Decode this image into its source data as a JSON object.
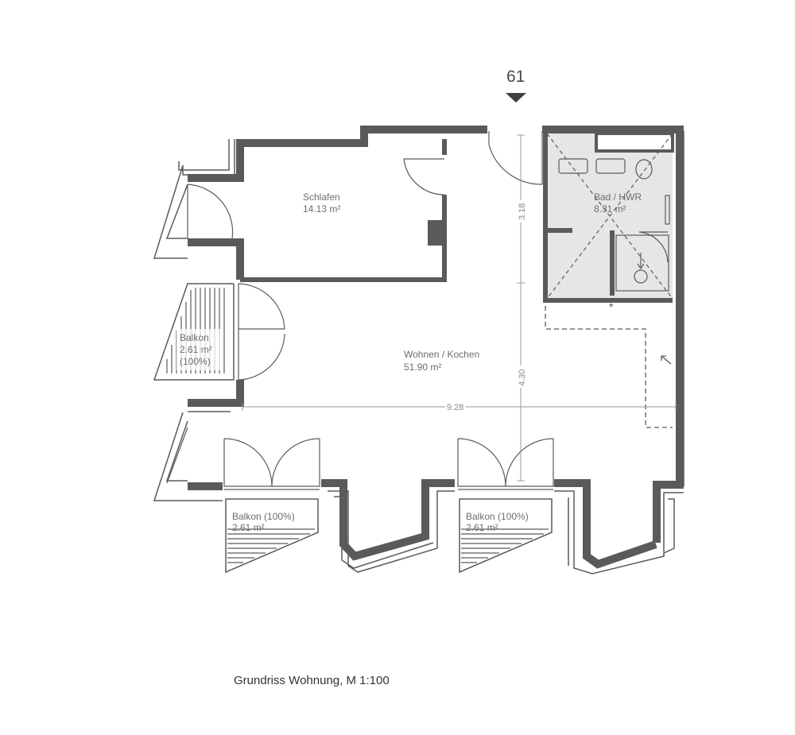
{
  "unit_number": "61",
  "rooms": {
    "schlafen": {
      "name": "Schlafen",
      "area": "14.13 m²"
    },
    "bad": {
      "name": "Bad / HWR",
      "area": "8.31 m²"
    },
    "wohnen": {
      "name": "Wohnen / Kochen",
      "area": "51.90 m²"
    },
    "balkon_left": {
      "name": "Balkon",
      "area": "2.61 m²",
      "share": "(100%)"
    },
    "balkon_mid": {
      "name": "Balkon (100%)",
      "area": "2.61 m²"
    },
    "balkon_right": {
      "name": "Balkon (100%)",
      "area": "2.61 m²"
    }
  },
  "dimensions": {
    "width_total": "9.28",
    "depth_upper": "3.18",
    "depth_lower": "4.30"
  },
  "caption": "Grundriss Wohnung, M 1:100",
  "colors": {
    "wall": "#5a5a5a",
    "line": "#9a9a9a",
    "wet_room": "#e6e6e6",
    "text": "#6d6d6d"
  }
}
